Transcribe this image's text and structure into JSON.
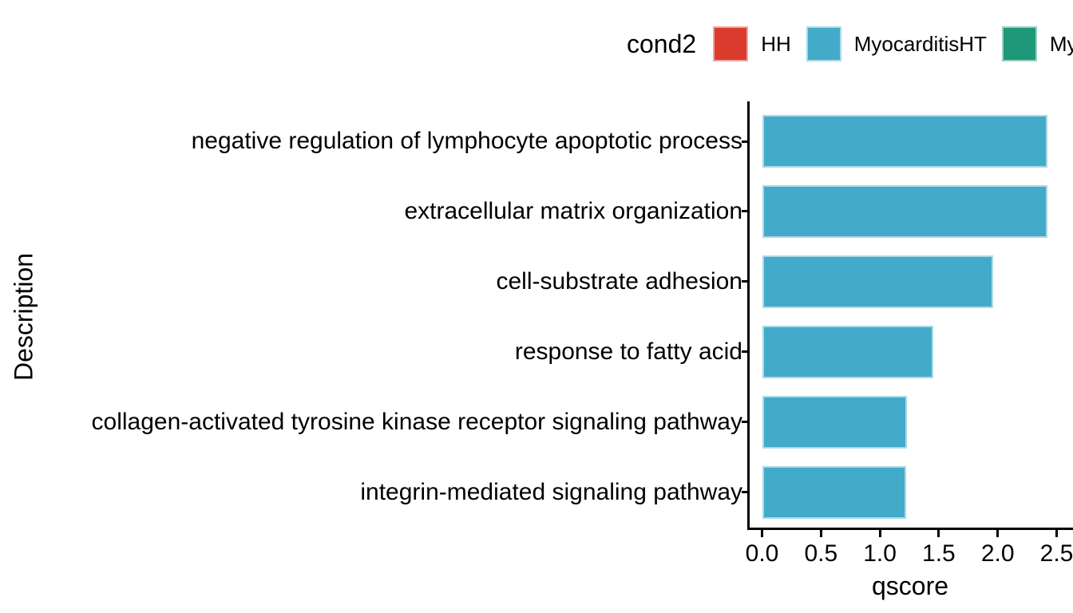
{
  "chart_data": {
    "type": "bar",
    "orientation": "horizontal",
    "title": "",
    "xlabel": "qscore",
    "ylabel": "Description",
    "xlim": [
      0,
      2.5
    ],
    "x_ticks": [
      "0.0",
      "0.5",
      "1.0",
      "1.5",
      "2.0",
      "2.5"
    ],
    "grid": "off",
    "bar_color": "#43ABC9",
    "categories": [
      "negative regulation of lymphocyte apoptotic process",
      "extracellular matrix organization",
      "cell-substrate adhesion",
      "response to fatty acid",
      "collagen-activated tyrosine kinase receptor signaling pathway",
      "integrin-mediated signaling pathway"
    ],
    "values": [
      2.42,
      2.42,
      1.96,
      1.45,
      1.23,
      1.22
    ],
    "legend": {
      "title": "cond2",
      "position": "top-right",
      "entries": [
        {
          "label": "HH",
          "color": "#D93B2D"
        },
        {
          "label": "MyocarditisHT",
          "color": "#43ABC9"
        },
        {
          "label": "My",
          "color": "#1E9878"
        }
      ]
    }
  }
}
